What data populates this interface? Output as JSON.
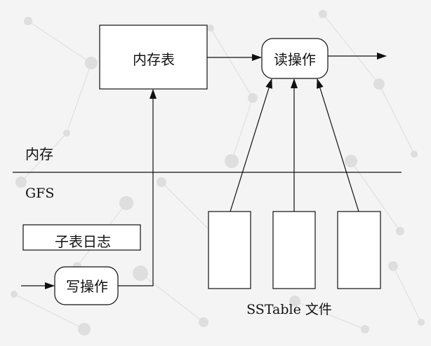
{
  "labels": {
    "memtable": "内存表",
    "read_op": "读操作",
    "memory": "内存",
    "gfs": "GFS",
    "commit_log": "子表日志",
    "write_op": "写操作",
    "sstable_files": "SSTable 文件"
  },
  "colors": {
    "background": "#f4f4f4",
    "stroke": "#111111",
    "box_fill": "#ffffff",
    "texture": "#d9d9d9"
  }
}
